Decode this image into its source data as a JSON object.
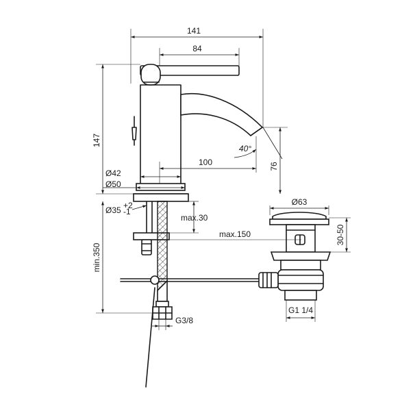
{
  "dimensions": {
    "overall_width": "141",
    "lever_length": "84",
    "height": "147",
    "spout_reach": "100",
    "spout_height": "76",
    "angle": "40°",
    "base_inner": "Ø42",
    "base_outer": "Ø50",
    "hole_diameter": "Ø35",
    "hole_tol_plus": "+2",
    "hole_tol_minus": "-1",
    "max_thickness": "max.30",
    "max_depth": "max.150",
    "min_hose": "min.350",
    "hose_thread": "G3/8",
    "waste_diameter": "Ø63",
    "waste_range": "30-50",
    "waste_thread": "G1 1/4"
  }
}
